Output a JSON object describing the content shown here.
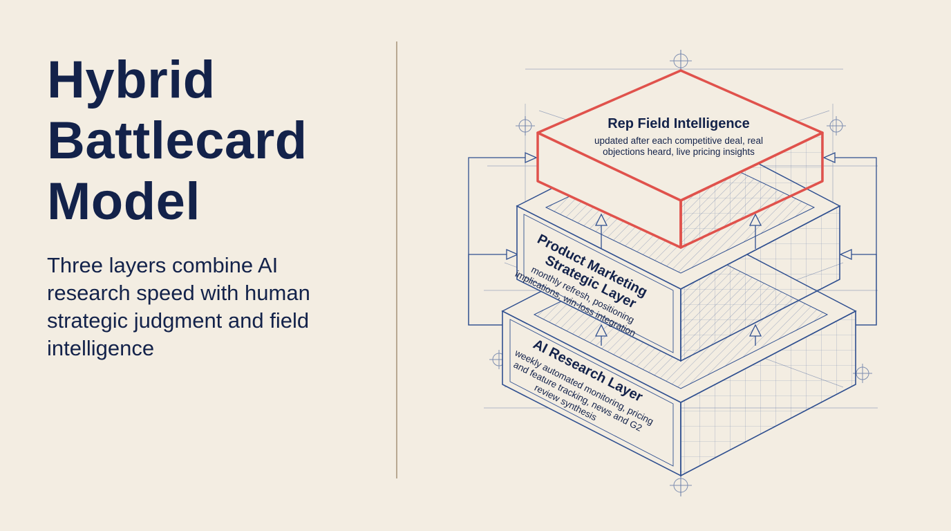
{
  "header": {
    "title_lines": [
      "Hybrid",
      "Battlecard",
      "Model"
    ],
    "subtitle": "Three layers combine AI research speed with human strategic judgment and field intelligence"
  },
  "layers": [
    {
      "title": "Rep Field Intelligence",
      "desc_lines": [
        "updated after each competitive deal, real",
        "objections heard, live pricing insights"
      ]
    },
    {
      "title_lines": [
        "Product Marketing",
        "Strategic Layer"
      ],
      "desc_lines": [
        "monthly refresh, positioning",
        "implications, win-loss integration"
      ]
    },
    {
      "title": "AI Research Layer",
      "desc_lines": [
        "weekly automated monitoring, pricing",
        "and feature tracking, news and G2",
        "review synthesis"
      ]
    }
  ],
  "colors": {
    "navy": "#13224a",
    "blueprint": "#2f4f8f",
    "highlight": "#e0524c",
    "background": "#f3ede2"
  }
}
